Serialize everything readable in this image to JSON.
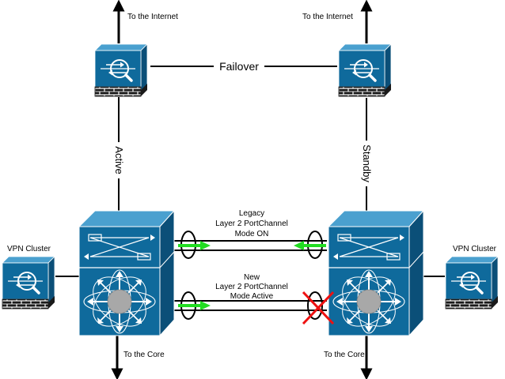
{
  "labels": {
    "internet_left": "To the Internet",
    "internet_right": "To the Internet",
    "failover": "Failover",
    "active": "Active",
    "standby": "Standby",
    "vpn_left": "VPN Cluster",
    "vpn_right": "VPN Cluster",
    "legacy_line1": "Legacy",
    "legacy_line2": "Layer 2 PortChannel",
    "legacy_line3": "Mode ON",
    "new_line1": "New",
    "new_line2": "Layer 2 PortChannel",
    "new_line3": "Mode Active",
    "core_left": "To the Core",
    "core_right": "To the Core"
  },
  "colors": {
    "device_front": "#0f6a9c",
    "device_top": "#4aa0cf",
    "device_side": "#0b4f78",
    "firewall_brick": "#1a1a1a",
    "link": "#000000",
    "arrow_green": "#22dd22",
    "x_mark": "#ee1111",
    "hub_grey": "#a8a8a8"
  },
  "icons": [
    "firewall-icon",
    "switch-chassis-icon",
    "magnifier-icon",
    "x-mark-icon"
  ]
}
